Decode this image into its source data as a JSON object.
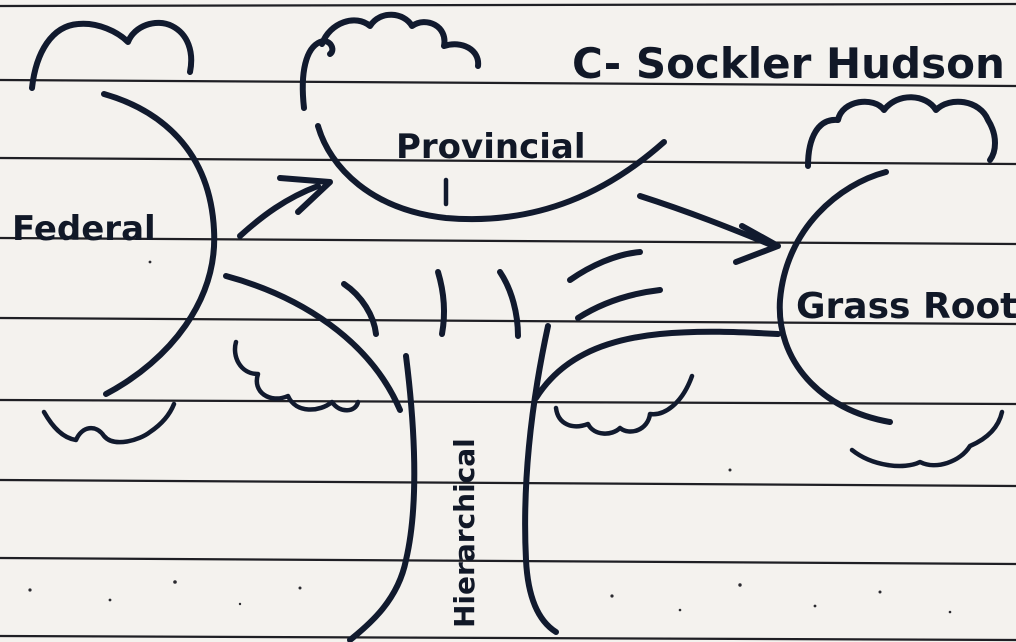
{
  "diagram": {
    "author": "C- Sockler Hudson",
    "nodes": {
      "federal": "Federal",
      "provincial": "Provincial",
      "grass_root": "Grass Root",
      "trunk": "Hierarchical"
    }
  },
  "colors": {
    "paper": "#f4f2ee",
    "ink": "#111a2e",
    "rule": "#1f1f24"
  }
}
